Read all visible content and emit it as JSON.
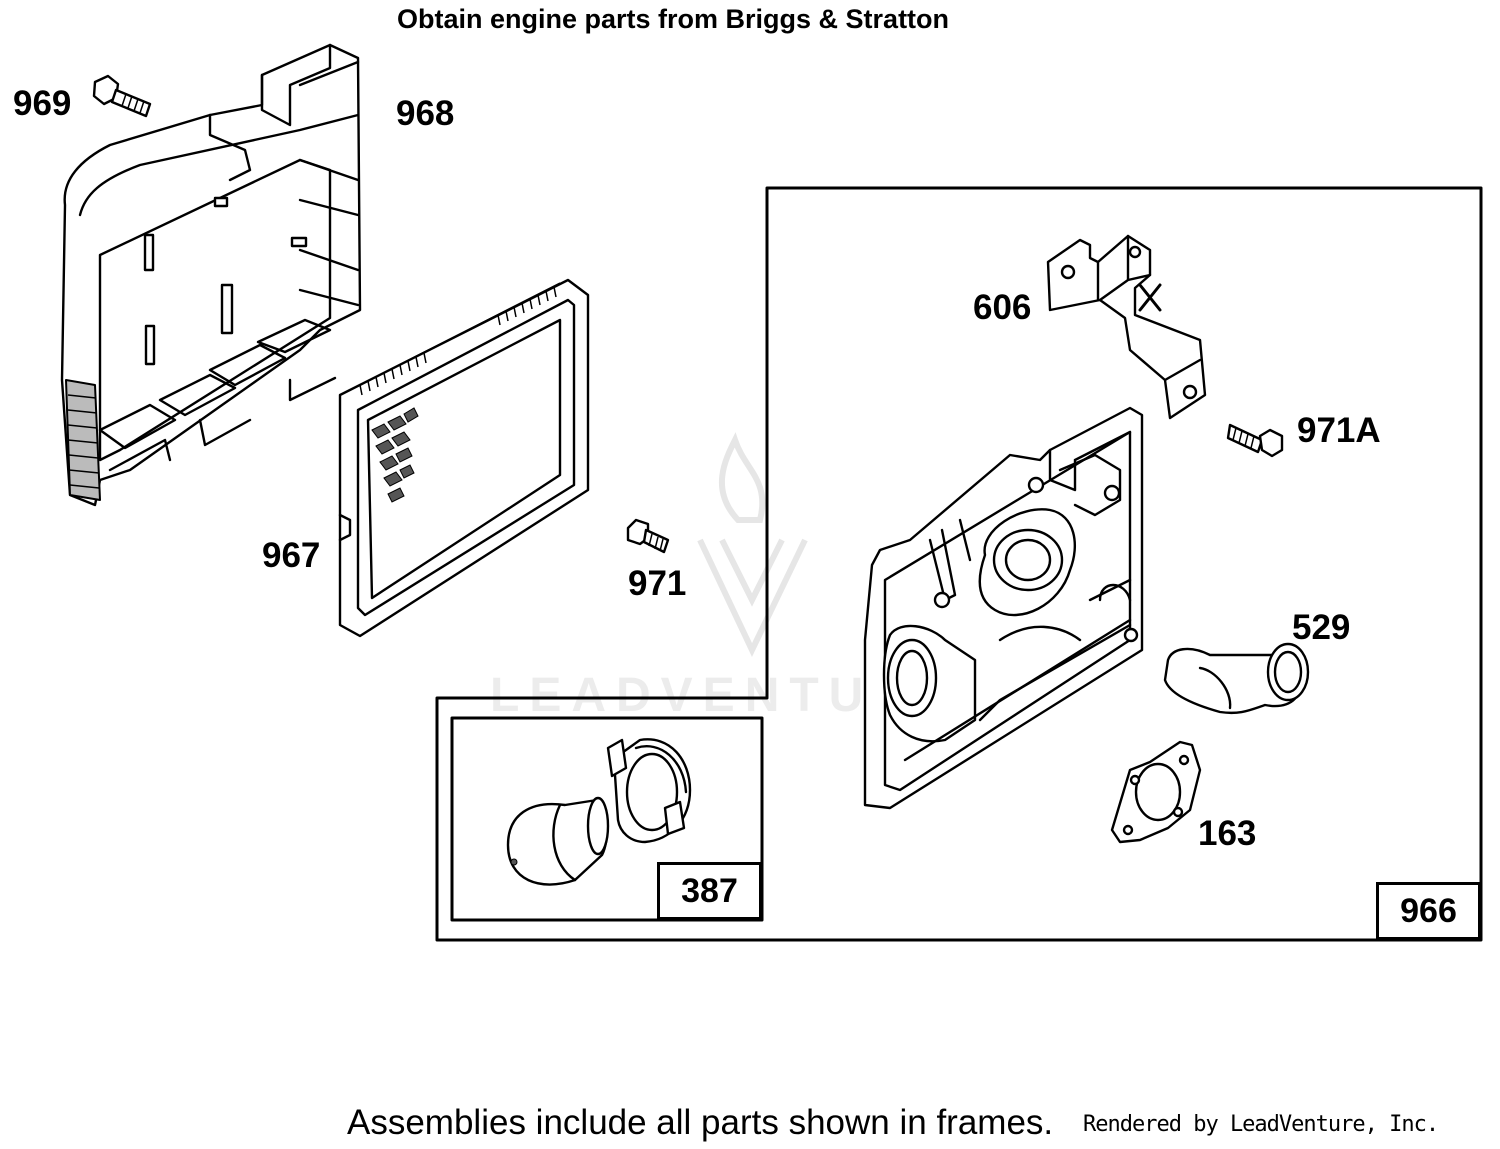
{
  "header": {
    "note": "Obtain engine parts from Briggs & Stratton"
  },
  "watermark": {
    "text": "LEADVENTURE"
  },
  "callouts": {
    "p969": "969",
    "p968": "968",
    "p967": "967",
    "p971": "971",
    "p606": "606",
    "p971a": "971A",
    "p529": "529",
    "p163": "163"
  },
  "frames": {
    "main_label": "966",
    "inner_label": "387"
  },
  "footer": {
    "note": "Assemblies include all parts shown in frames.",
    "credit": "Rendered by LeadVenture, Inc."
  }
}
